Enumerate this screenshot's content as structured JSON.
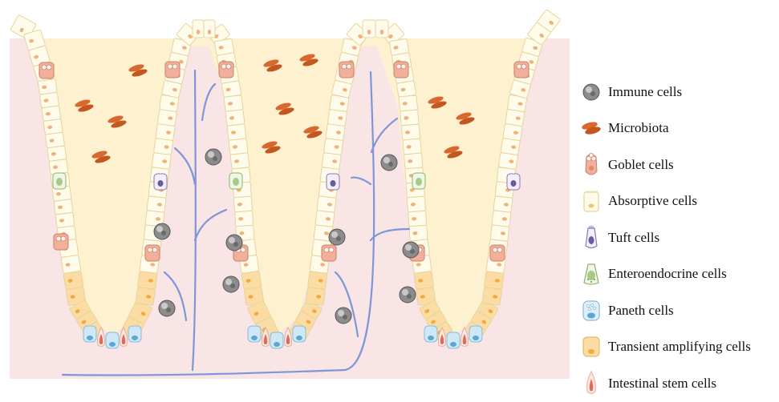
{
  "legend": {
    "items": [
      {
        "key": "immune",
        "label": "Immune cells",
        "icon": "immune-cell-icon"
      },
      {
        "key": "microbiota",
        "label": "Microbiota",
        "icon": "microbiota-icon"
      },
      {
        "key": "goblet",
        "label": "Goblet cells",
        "icon": "goblet-cell-icon"
      },
      {
        "key": "absorptive",
        "label": "Absorptive cells",
        "icon": "absorptive-cell-icon"
      },
      {
        "key": "tuft",
        "label": "Tuft cells",
        "icon": "tuft-cell-icon"
      },
      {
        "key": "enteroendocrine",
        "label": "Enteroendocrine cells",
        "icon": "enteroendocrine-cell-icon"
      },
      {
        "key": "paneth",
        "label": "Paneth cells",
        "icon": "paneth-cell-icon"
      },
      {
        "key": "transient",
        "label": "Transient amplifying cells",
        "icon": "transient-amplifying-cell-icon"
      },
      {
        "key": "stem",
        "label": "Intestinal stem cells",
        "icon": "stem-cell-icon"
      }
    ]
  },
  "colors": {
    "lamina_propria": "#f9e4e6",
    "lumen": "#fdf1d0",
    "epithelium_fill": "#fffbea",
    "epithelium_edge": "#e7d49a",
    "nucleus": "#f0b27a",
    "goblet": "#f2b09a",
    "transient": "#fbdca4",
    "paneth": "#cfe8f5",
    "vessel": "#7e96d8",
    "immune": "#7a7a7a",
    "microbiota": "#d9682e",
    "enteroendocrine": "#a9c98a",
    "tuft": "#8a78b8"
  }
}
